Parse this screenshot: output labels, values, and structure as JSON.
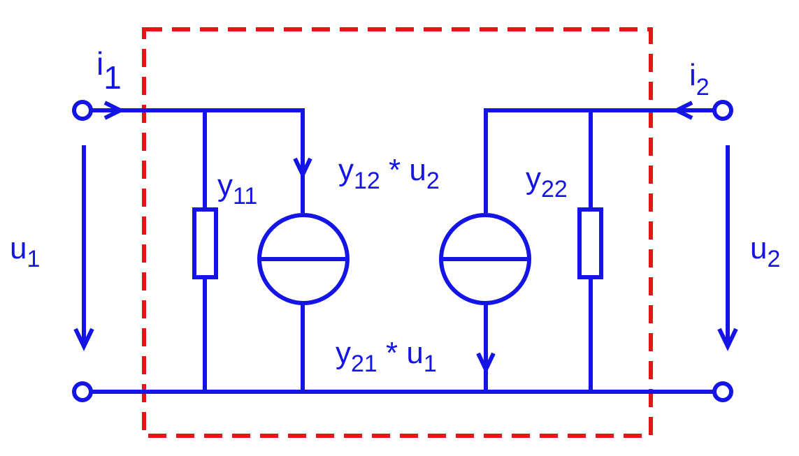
{
  "colors": {
    "circuit": "#1414e6",
    "boundary": "#e61414",
    "background": "#ffffff"
  },
  "labels": {
    "i1": {
      "base": "i",
      "sub": "1"
    },
    "i2": {
      "base": "i",
      "sub": "2"
    },
    "u1": {
      "base": "u",
      "sub": "1"
    },
    "u2": {
      "base": "u",
      "sub": "2"
    },
    "y11": {
      "base": "y",
      "sub": "11"
    },
    "y22": {
      "base": "y",
      "sub": "22"
    },
    "source_top": {
      "base": "y",
      "sub": "12",
      "mid": " * u",
      "sub2": "2"
    },
    "source_bottom": {
      "base": "y",
      "sub": "21",
      "mid": " * u",
      "sub2": "1"
    }
  }
}
